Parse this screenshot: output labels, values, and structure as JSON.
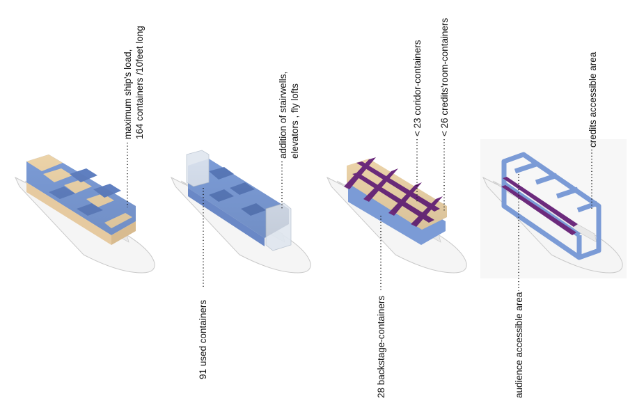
{
  "labels": {
    "max_load_line1": "maximum ship's load,",
    "max_load_line2": "164 containers /10feet long",
    "used": "91 used containers",
    "stairs_line1": "addition of stairwells,",
    "stairs_line2": "elevators , fly lofts",
    "backstage": "28 backstage-containers",
    "corridor": "< 23 coridor-containers",
    "credits_room": "< 26 credits'room-containers",
    "audience": "audience accessible area",
    "credits_area": "credits accessible area"
  },
  "colors": {
    "container_blue": "#7b9bd6",
    "container_blue_dark": "#5a78b8",
    "wood": "#e9cfa2",
    "purple": "#6c2a7c",
    "glass": "#dfe6ef",
    "hull": "#f4f4f4"
  }
}
